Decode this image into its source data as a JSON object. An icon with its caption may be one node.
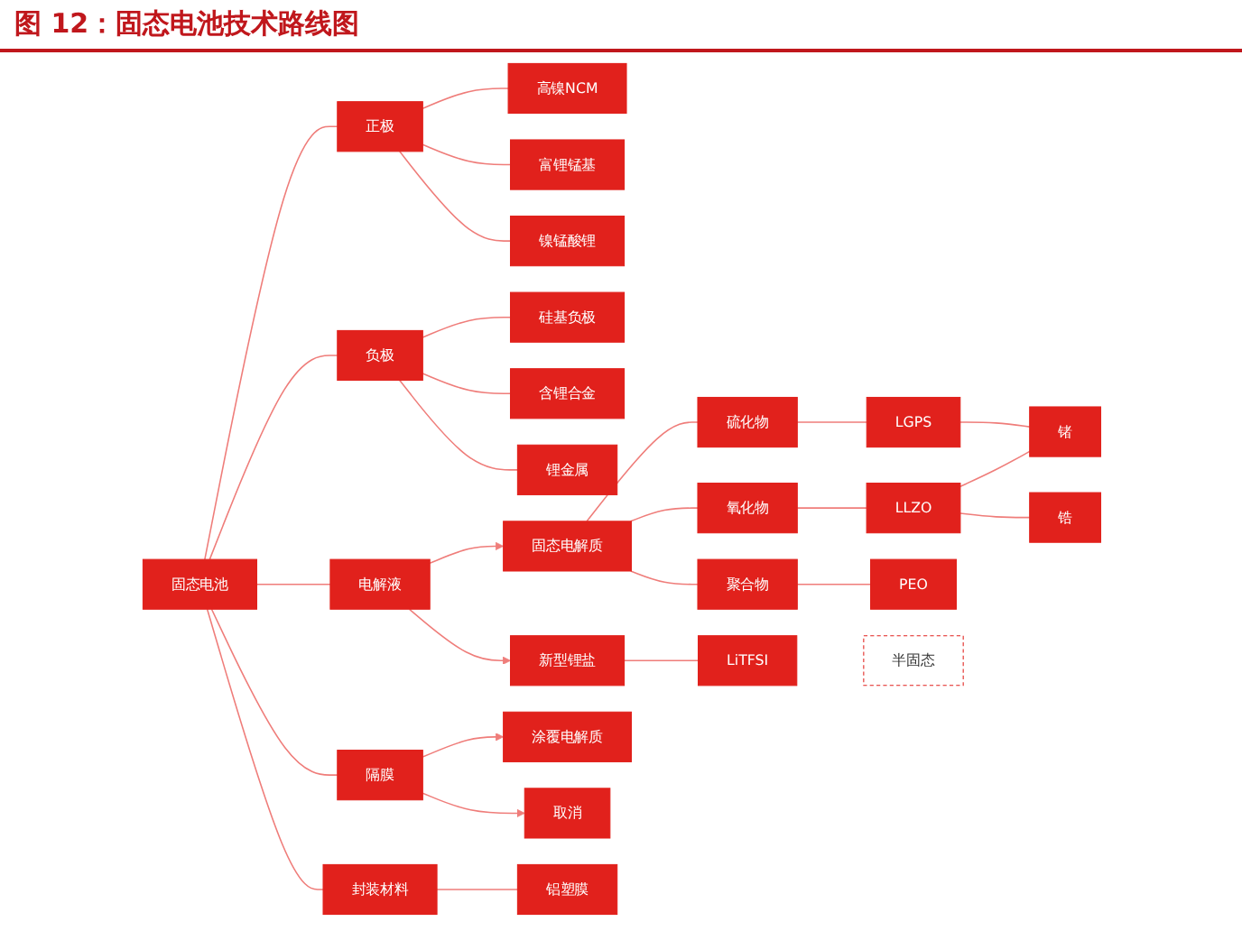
{
  "diagram": {
    "title": "图 12：固态电池技术路线图",
    "nodes": [
      {
        "text": [
          "固态电池"
        ]
      },
      {
        "text": [
          "正极"
        ]
      },
      {
        "text": [
          "高镍NCM"
        ]
      },
      {
        "text": [
          "富锂锰基"
        ]
      },
      {
        "text": [
          "镍锰酸锂"
        ]
      },
      {
        "text": [
          "负极"
        ]
      },
      {
        "text": [
          "硅基负极"
        ]
      },
      {
        "text": [
          "含锂合金"
        ]
      },
      {
        "text": [
          "锂金属"
        ]
      },
      {
        "text": [
          "电解液"
        ]
      },
      {
        "text": [
          "固态电解质"
        ]
      },
      {
        "text": [
          "硫化物"
        ]
      },
      {
        "text": [
          "LGPS"
        ]
      },
      {
        "text": [
          "锗"
        ]
      },
      {
        "text": [
          "氧化物"
        ]
      },
      {
        "text": [
          "LLZO"
        ]
      },
      {
        "text": [
          "锆"
        ]
      },
      {
        "text": [
          "聚合物"
        ]
      },
      {
        "text": [
          "PEO"
        ]
      },
      {
        "text": [
          "新型锂盐"
        ]
      },
      {
        "text": [
          "LiTFSI"
        ]
      },
      {
        "text": [
          "隔膜"
        ]
      },
      {
        "text": [
          "涂覆电解质"
        ]
      },
      {
        "text": [
          "取消"
        ]
      },
      {
        "text": [
          "封装材料"
        ]
      },
      {
        "text": [
          "铝塑膜"
        ]
      },
      {
        "text": [
          "半固态"
        ]
      }
    ],
    "edges": [
      {
        "from": 0,
        "to": 1,
        "arrow": "none"
      },
      {
        "from": 0,
        "to": 5,
        "arrow": "none"
      },
      {
        "from": 0,
        "to": 9,
        "arrow": "none"
      },
      {
        "from": 0,
        "to": 21,
        "arrow": "none"
      },
      {
        "from": 0,
        "to": 24,
        "arrow": "none"
      },
      {
        "from": 1,
        "to": 2,
        "arrow": "none"
      },
      {
        "from": 1,
        "to": 3,
        "arrow": "none"
      },
      {
        "from": 1,
        "to": 4,
        "arrow": "none"
      },
      {
        "from": 5,
        "to": 6,
        "arrow": "none"
      },
      {
        "from": 5,
        "to": 7,
        "arrow": "none"
      },
      {
        "from": 5,
        "to": 8,
        "arrow": "none"
      },
      {
        "from": 9,
        "to": 10,
        "arrow": "to"
      },
      {
        "from": 9,
        "to": 19,
        "arrow": "to"
      },
      {
        "from": 10,
        "to": 11,
        "arrow": "none"
      },
      {
        "from": 10,
        "to": 14,
        "arrow": "none"
      },
      {
        "from": 10,
        "to": 17,
        "arrow": "none"
      },
      {
        "from": 11,
        "to": 12,
        "arrow": "none"
      },
      {
        "from": 14,
        "to": 15,
        "arrow": "none"
      },
      {
        "from": 17,
        "to": 18,
        "arrow": "none"
      },
      {
        "from": 12,
        "to": 13,
        "arrow": "none"
      },
      {
        "from": 15,
        "to": 13,
        "arrow": "none"
      },
      {
        "from": 15,
        "to": 16,
        "arrow": "none"
      },
      {
        "from": 19,
        "to": 20,
        "arrow": "none"
      },
      {
        "from": 21,
        "to": 22,
        "arrow": "to"
      },
      {
        "from": 21,
        "to": 23,
        "arrow": "to"
      },
      {
        "from": 24,
        "to": 25,
        "arrow": "none"
      }
    ]
  }
}
